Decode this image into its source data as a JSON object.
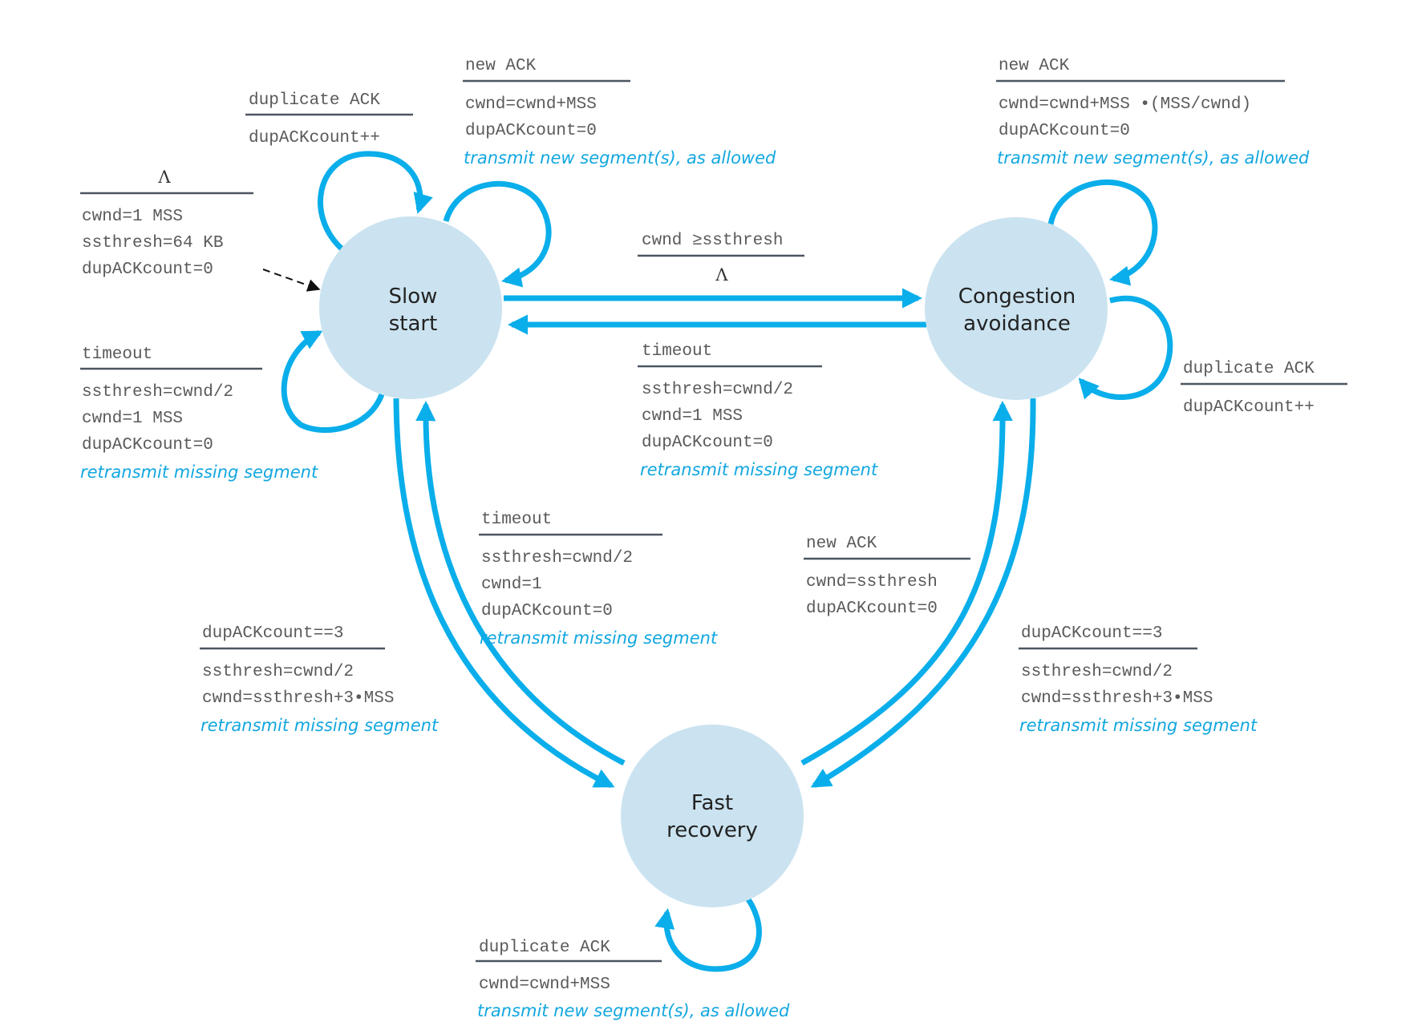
{
  "diagram": {
    "type": "state-machine",
    "colors": {
      "edge": "#0aaeea",
      "state_fill": "#cbe3f0",
      "action": "#12a7e0",
      "text": "#5a5a5a"
    },
    "states": [
      {
        "id": "slow_start",
        "lines": [
          "Slow",
          "start"
        ]
      },
      {
        "id": "congestion_avoidance",
        "lines": [
          "Congestion",
          "avoidance"
        ]
      },
      {
        "id": "fast_recovery",
        "lines": [
          "Fast",
          "recovery"
        ]
      }
    ],
    "transitions": {
      "init": {
        "event": "Λ",
        "actions": [
          "cwnd=1 MSS",
          "ssthresh=64 KB",
          "dupACKcount=0"
        ],
        "italic": ""
      },
      "ss_dup": {
        "event": "duplicate ACK",
        "actions": [
          "dupACKcount++"
        ],
        "italic": ""
      },
      "ss_new": {
        "event": "new ACK",
        "actions": [
          "cwnd=cwnd+MSS",
          "dupACKcount=0"
        ],
        "italic": "transmit new segment(s), as allowed"
      },
      "ss_timeout": {
        "event": "timeout",
        "actions": [
          "ssthresh=cwnd/2",
          "cwnd=1 MSS",
          "dupACKcount=0"
        ],
        "italic": "retransmit missing segment"
      },
      "ss_to_ca": {
        "event": "cwnd ≥ssthresh",
        "actions": [
          "Λ"
        ],
        "italic": ""
      },
      "ca_to_ss": {
        "event": "timeout",
        "actions": [
          "ssthresh=cwnd/2",
          "cwnd=1 MSS",
          "dupACKcount=0"
        ],
        "italic": "retransmit missing segment"
      },
      "ca_new": {
        "event": "new ACK",
        "actions": [
          "cwnd=cwnd+MSS •(MSS/cwnd)",
          "dupACKcount=0"
        ],
        "italic": "transmit new segment(s), as allowed"
      },
      "ca_dup": {
        "event": "duplicate ACK",
        "actions": [
          "dupACKcount++"
        ],
        "italic": ""
      },
      "fr_to_ss": {
        "event": "timeout",
        "actions": [
          "ssthresh=cwnd/2",
          "cwnd=1",
          "dupACKcount=0"
        ],
        "italic": "retransmit missing segment"
      },
      "fr_to_ca": {
        "event": "new ACK",
        "actions": [
          "cwnd=ssthresh",
          "dupACKcount=0"
        ],
        "italic": ""
      },
      "ss_to_fr": {
        "event": "dupACKcount==3",
        "actions": [
          "ssthresh=cwnd/2",
          "cwnd=ssthresh+3•MSS"
        ],
        "italic": "retransmit missing segment"
      },
      "ca_to_fr": {
        "event": "dupACKcount==3",
        "actions": [
          "ssthresh=cwnd/2",
          "cwnd=ssthresh+3•MSS"
        ],
        "italic": "retransmit missing segment"
      },
      "fr_dup": {
        "event": "duplicate ACK",
        "actions": [
          "cwnd=cwnd+MSS"
        ],
        "italic": "transmit new segment(s), as allowed"
      }
    }
  }
}
